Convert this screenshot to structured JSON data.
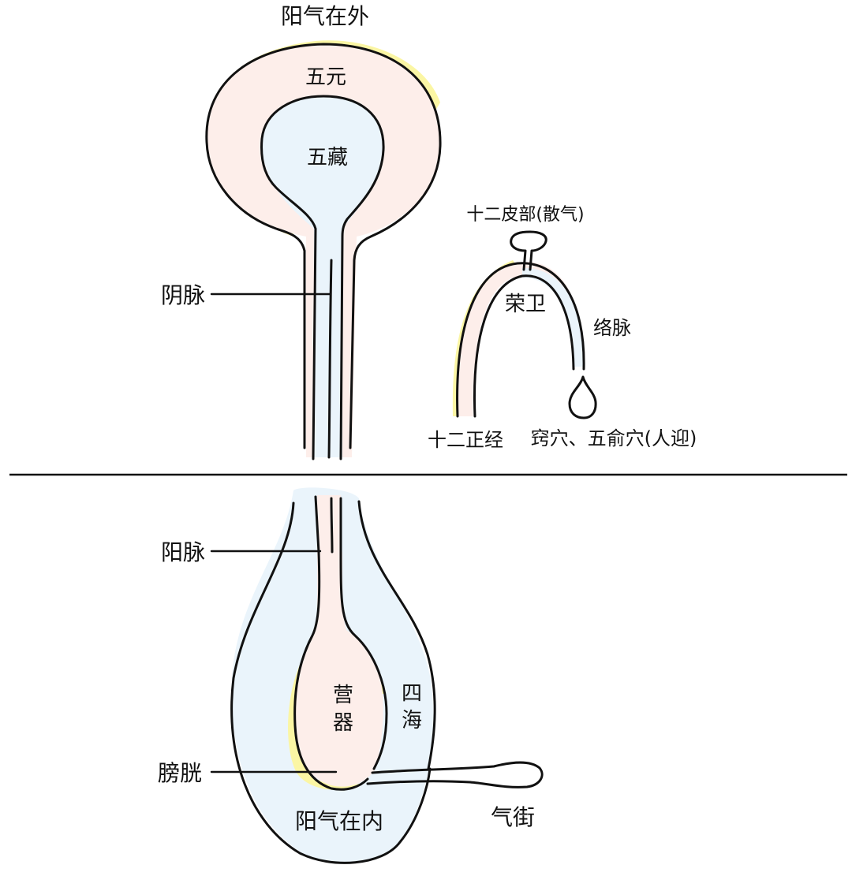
{
  "colors": {
    "yang_yellow": "#fbf6a4",
    "pink": "#fdeeea",
    "blue": "#eaf4fb",
    "ink": "#111111",
    "background": "#ffffff"
  },
  "upper": {
    "top_label": "阳气在外",
    "outer_label": "五元",
    "inner_label": "五藏",
    "yin_mai_label": "阴脉"
  },
  "meridian": {
    "pi_bu_label": "十二皮部(散气)",
    "ying_wei_label": "荣卫",
    "luo_mai_label": "络脉",
    "zheng_jing_label": "十二正经",
    "xue_label": "窍穴、五俞穴(人迎)"
  },
  "lower": {
    "yang_mai_label": "阳脉",
    "organ_label_1": "营",
    "organ_label_2": "器",
    "si_hai_label_1": "四",
    "si_hai_label_2": "海",
    "pang_guang_label": "膀胱",
    "bottom_label": "阳气在内",
    "qi_jie_label": "气街"
  }
}
